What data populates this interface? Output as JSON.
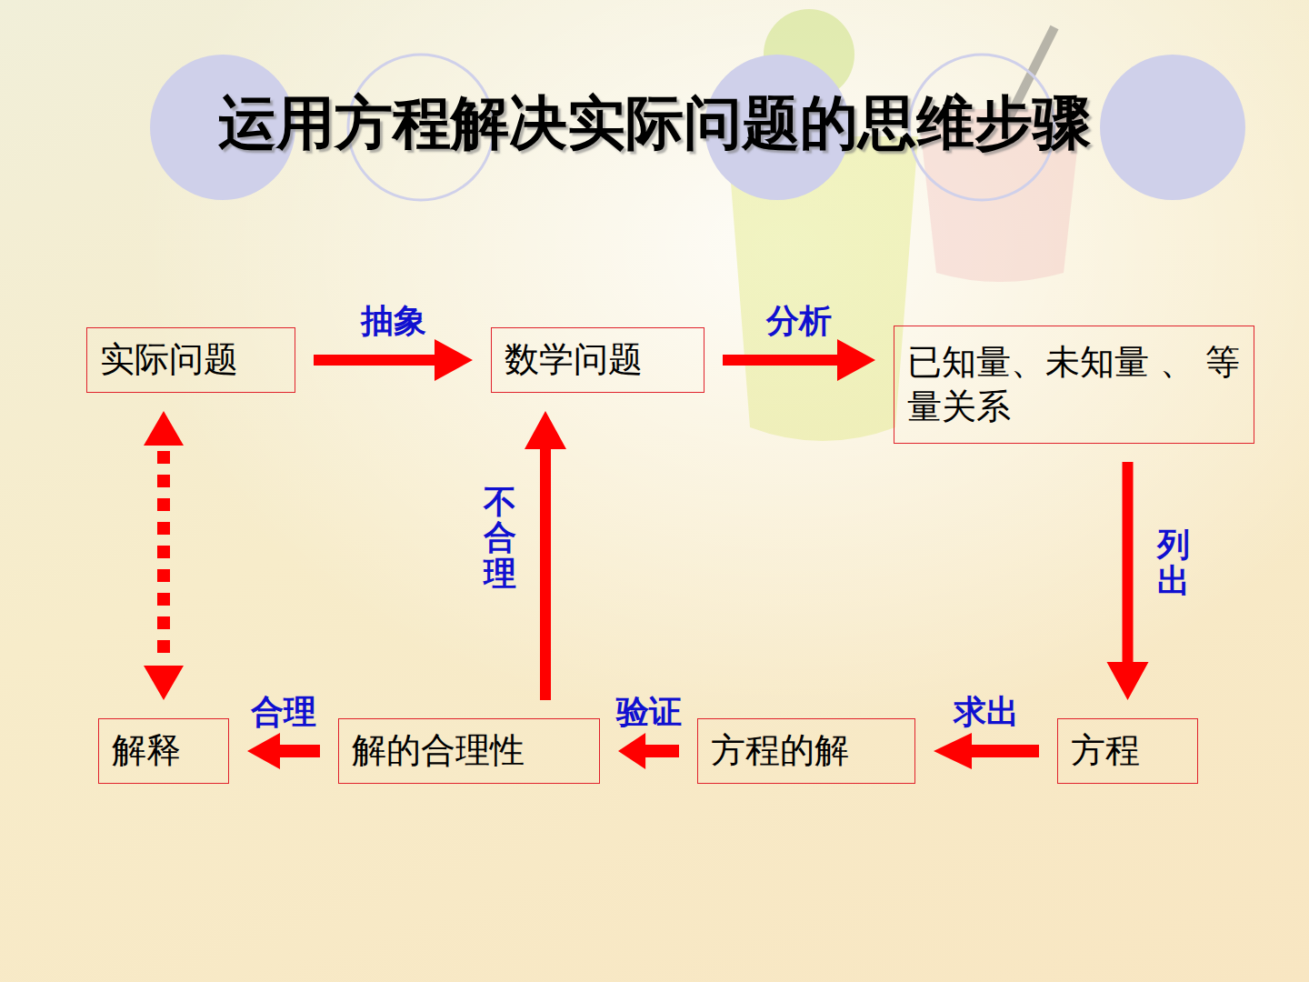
{
  "diagram": {
    "title": "运用方程解决实际问题的思维步骤",
    "nodes": [
      {
        "text": [
          "实际问题"
        ]
      },
      {
        "text": [
          "数学问题"
        ]
      },
      {
        "text": [
          "已知量、未知量 、 等量关系"
        ]
      },
      {
        "text": [
          "解释"
        ]
      },
      {
        "text": [
          "解的合理性"
        ]
      },
      {
        "text": [
          "方程的解"
        ]
      },
      {
        "text": [
          "方程"
        ]
      }
    ],
    "edges": [
      {
        "from": 0,
        "to": 1,
        "label": "抽象",
        "arrow": "to"
      },
      {
        "from": 1,
        "to": 2,
        "label": "分析",
        "arrow": "to"
      },
      {
        "from": 2,
        "to": 6,
        "label": "列出",
        "arrow": "to"
      },
      {
        "from": 6,
        "to": 5,
        "label": "求出",
        "arrow": "to"
      },
      {
        "from": 5,
        "to": 4,
        "label": "验证",
        "arrow": "to"
      },
      {
        "from": 4,
        "to": 3,
        "label": "合理",
        "arrow": "to"
      },
      {
        "from": 4,
        "to": 1,
        "label": "不合理",
        "arrow": "to"
      },
      {
        "from": 0,
        "to": 3,
        "arrow": "both"
      }
    ]
  }
}
